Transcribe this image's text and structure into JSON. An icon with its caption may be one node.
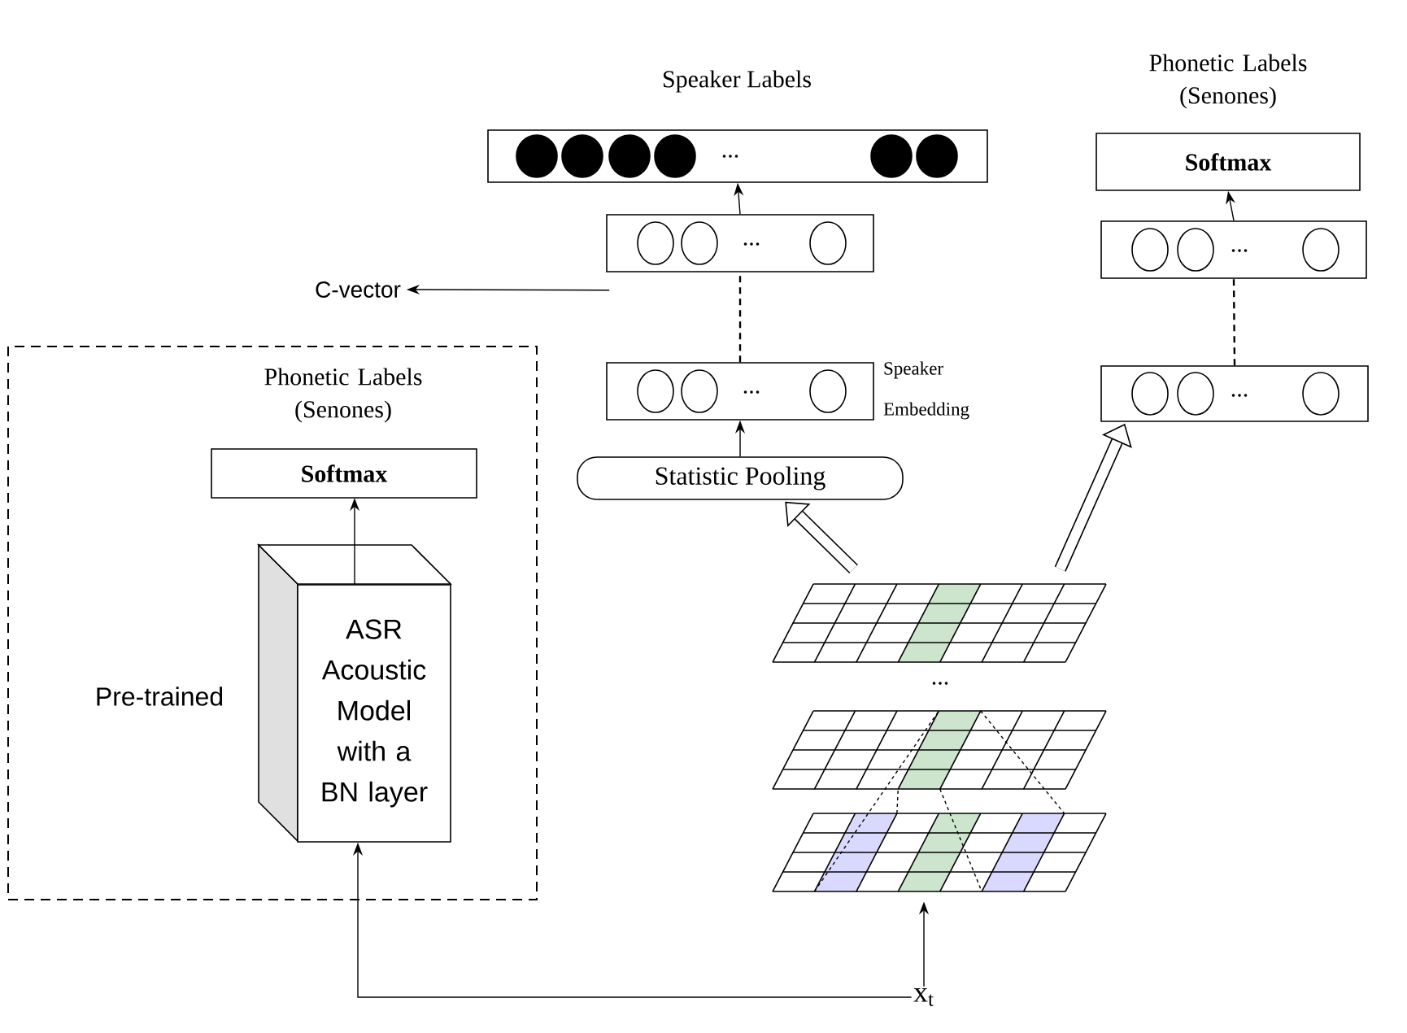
{
  "diagram": {
    "nodes": [
      {
        "text": [
          "Speaker Labels",
          "..."
        ]
      },
      {
        "text": [
          "..."
        ]
      },
      {
        "text": [
          "..."
        ],
        "beside": [
          "Speaker Embedding"
        ]
      },
      {
        "text": [
          "Statistic Pooling"
        ]
      },
      {
        "text": [
          "Phonetic Labels (Senones)",
          "Softmax"
        ]
      },
      {
        "text": [
          "..."
        ]
      },
      {
        "text": [
          "..."
        ]
      },
      {
        "text": [
          "C-vector"
        ]
      },
      {
        "text": [
          "Pre-trained"
        ]
      },
      {
        "text": [
          "Phonetic Labels (Senones)",
          "Softmax"
        ],
        "in": 8
      },
      {
        "text": [
          "ASR Acoustic Model with a BN layer"
        ],
        "in": 8
      },
      {
        "text": [],
        "shape": "picture"
      },
      {
        "text": [],
        "shape": "picture"
      },
      {
        "text": [],
        "shape": "picture"
      },
      {
        "text": [
          "x$_{t}$"
        ]
      }
    ],
    "edges": [
      {
        "from": 1,
        "to": 0,
        "arrow": "to"
      },
      {
        "from": 2,
        "to": 1,
        "arrow": "none",
        "style": "dashed"
      },
      {
        "from": 3,
        "to": 2,
        "arrow": "to"
      },
      {
        "from": 1,
        "to": 7,
        "arrow": "to"
      },
      {
        "from": 5,
        "to": 4,
        "arrow": "to"
      },
      {
        "from": 6,
        "to": 5,
        "arrow": "none",
        "style": "dashed"
      },
      {
        "from": 10,
        "to": 9,
        "arrow": "to"
      },
      {
        "from": 14,
        "to": 10,
        "arrow": "to"
      },
      {
        "from": 14,
        "to": 13,
        "arrow": "to"
      },
      {
        "from": 11,
        "to": 3,
        "arrow": "to",
        "style": "thick"
      },
      {
        "from": 11,
        "to": 6,
        "arrow": "to",
        "style": "thick"
      },
      {
        "from": 13,
        "to": 12,
        "arrow": "none",
        "style": "dashed"
      },
      {
        "from": 13,
        "to": 12,
        "arrow": "none",
        "style": "dashed"
      },
      {
        "from": 13,
        "to": 12,
        "arrow": "none",
        "style": "dashed"
      },
      {
        "from": 13,
        "to": 12,
        "arrow": "none",
        "style": "dashed"
      }
    ],
    "labels": [
      "..."
    ]
  }
}
